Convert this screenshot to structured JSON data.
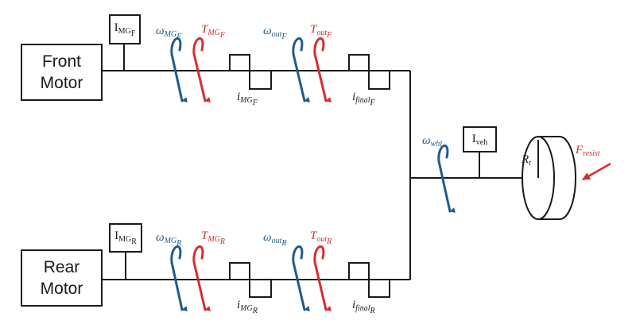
{
  "motors": {
    "front": {
      "line1": "Front",
      "line2": "Motor"
    },
    "rear": {
      "line1": "Rear",
      "line2": "Motor"
    }
  },
  "inertias": {
    "front": {
      "base": "I",
      "sub": "MG",
      "subsub": "F"
    },
    "rear": {
      "base": "I",
      "sub": "MG",
      "subsub": "R"
    },
    "vehicle": {
      "base": "I",
      "sub": "veh"
    }
  },
  "labels": {
    "omega_mg_f": {
      "base": "ω",
      "sub": "MG",
      "subsub": "F"
    },
    "torque_mg_f": {
      "base": "T",
      "sub": "MG",
      "subsub": "F"
    },
    "omega_out_f": {
      "base": "ω",
      "sub": "out",
      "subsub": "F"
    },
    "torque_out_f": {
      "base": "T",
      "sub": "out",
      "subsub": "F"
    },
    "ratio_mg_f": {
      "base": "i",
      "sub": "MG",
      "subsub": "F"
    },
    "ratio_final_f": {
      "base": "i",
      "sub": "final",
      "subsub": "F"
    },
    "omega_mg_r": {
      "base": "ω",
      "sub": "MG",
      "subsub": "R"
    },
    "torque_mg_r": {
      "base": "T",
      "sub": "MG",
      "subsub": "R"
    },
    "omega_out_r": {
      "base": "ω",
      "sub": "out",
      "subsub": "R"
    },
    "torque_out_r": {
      "base": "T",
      "sub": "out",
      "subsub": "R"
    },
    "ratio_mg_r": {
      "base": "i",
      "sub": "MG",
      "subsub": "R"
    },
    "ratio_final_r": {
      "base": "i",
      "sub": "final",
      "subsub": "R"
    },
    "omega_whl": {
      "base": "ω",
      "sub": "whl"
    },
    "wheel_radius": {
      "base": "R",
      "sub": "t"
    },
    "force_resist": {
      "base": "F",
      "sub": "resist"
    }
  },
  "colors": {
    "speed": "#1f5c8b",
    "torque": "#d62e2e",
    "line": "#1a1a1a"
  }
}
